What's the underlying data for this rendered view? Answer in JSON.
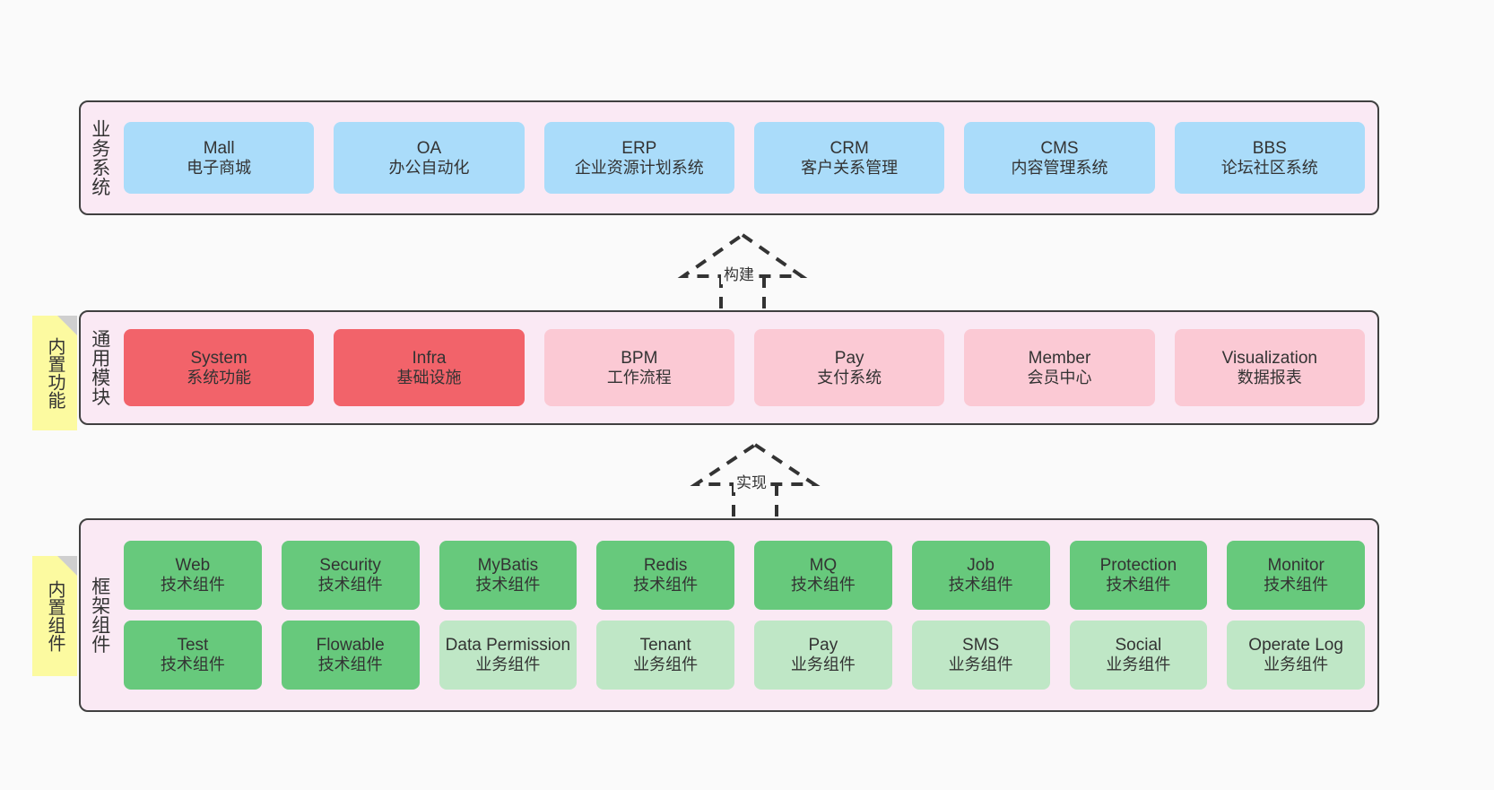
{
  "diagram": {
    "background_color": "#fafafa",
    "layer_fill": "#fae9f4",
    "layer_border": "#404040",
    "note_color": "#fcfaa0",
    "colors": {
      "business": "#aadcfa",
      "core_module": "#f2636a",
      "module": "#fbc9d4",
      "tech_component": "#67c97c",
      "biz_component": "#bfe7c6"
    }
  },
  "layers": {
    "business": {
      "title": "业务系统",
      "nodes": [
        {
          "en": "Mall",
          "cn": "电子商城",
          "style": "blue"
        },
        {
          "en": "OA",
          "cn": "办公自动化",
          "style": "blue"
        },
        {
          "en": "ERP",
          "cn": "企业资源计划系统",
          "style": "blue"
        },
        {
          "en": "CRM",
          "cn": "客户关系管理",
          "style": "blue"
        },
        {
          "en": "CMS",
          "cn": "内容管理系统",
          "style": "blue"
        },
        {
          "en": "BBS",
          "cn": "论坛社区系统",
          "style": "blue"
        }
      ]
    },
    "common": {
      "title": "通用模块",
      "note": "内置功能",
      "nodes": [
        {
          "en": "System",
          "cn": "系统功能",
          "style": "red"
        },
        {
          "en": "Infra",
          "cn": "基础设施",
          "style": "red"
        },
        {
          "en": "BPM",
          "cn": "工作流程",
          "style": "pink"
        },
        {
          "en": "Pay",
          "cn": "支付系统",
          "style": "pink"
        },
        {
          "en": "Member",
          "cn": "会员中心",
          "style": "pink"
        },
        {
          "en": "Visualization",
          "cn": "数据报表",
          "style": "pink"
        }
      ]
    },
    "framework": {
      "title": "框架组件",
      "note": "内置组件",
      "row1": [
        {
          "en": "Web",
          "cn": "技术组件",
          "style": "green"
        },
        {
          "en": "Security",
          "cn": "技术组件",
          "style": "green"
        },
        {
          "en": "MyBatis",
          "cn": "技术组件",
          "style": "green"
        },
        {
          "en": "Redis",
          "cn": "技术组件",
          "style": "green"
        },
        {
          "en": "MQ",
          "cn": "技术组件",
          "style": "green"
        },
        {
          "en": "Job",
          "cn": "技术组件",
          "style": "green"
        },
        {
          "en": "Protection",
          "cn": "技术组件",
          "style": "green"
        },
        {
          "en": "Monitor",
          "cn": "技术组件",
          "style": "green"
        }
      ],
      "row2": [
        {
          "en": "Test",
          "cn": "技术组件",
          "style": "green"
        },
        {
          "en": "Flowable",
          "cn": "技术组件",
          "style": "green"
        },
        {
          "en": "Data Permission",
          "cn": "业务组件",
          "style": "green-light"
        },
        {
          "en": "Tenant",
          "cn": "业务组件",
          "style": "green-light"
        },
        {
          "en": "Pay",
          "cn": "业务组件",
          "style": "green-light"
        },
        {
          "en": "SMS",
          "cn": "业务组件",
          "style": "green-light"
        },
        {
          "en": "Social",
          "cn": "业务组件",
          "style": "green-light"
        },
        {
          "en": "Operate Log",
          "cn": "业务组件",
          "style": "green-light"
        }
      ]
    }
  },
  "arrows": [
    {
      "label": "构建"
    },
    {
      "label": "实现"
    }
  ]
}
